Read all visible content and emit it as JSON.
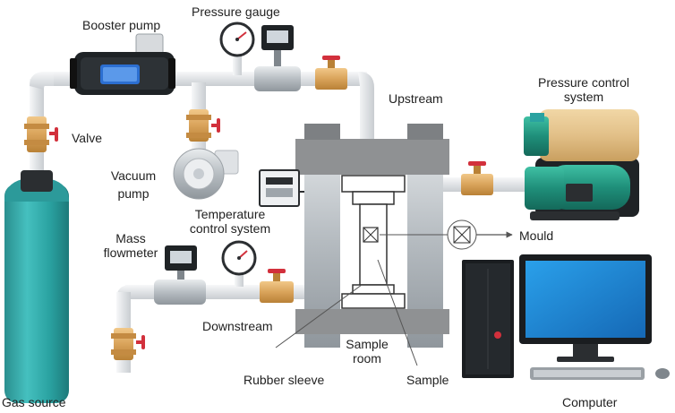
{
  "labels": {
    "booster_pump": "Booster pump",
    "pressure_gauge": "Pressure gauge",
    "valve": "Valve",
    "upstream": "Upstream",
    "pressure_control_l1": "Pressure control",
    "pressure_control_l2": "system",
    "vacuum_l1": "Vacuum",
    "vacuum_l2": "pump",
    "temperature_l1": "Temperature",
    "temperature_l2": "control system",
    "mass_l1": "Mass",
    "mass_l2": "flowmeter",
    "mould": "Mould",
    "downstream": "Downstream",
    "sample_room_l1": "Sample",
    "sample_room_l2": "room",
    "rubber_sleeve": "Rubber sleeve",
    "sample": "Sample",
    "gas_source": "Gas source",
    "computer": "Computer"
  },
  "colors": {
    "pipe": "#e6e8ea",
    "brass": "#d9a35a",
    "valve_handle": "#d2303c",
    "cylinder": "#2e9e9e",
    "frame": "#8f9193",
    "pump_green": "#1f8f7a",
    "tank": "#e2c088",
    "monitor": "#1d88d6"
  }
}
